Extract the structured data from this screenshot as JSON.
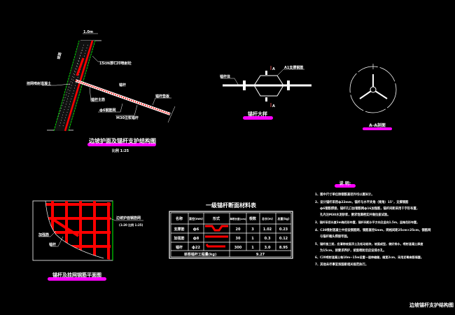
{
  "colors": {
    "background": "#000000",
    "line": "#ffffff",
    "rebar": "#ff0000",
    "slope": "#00ff00",
    "title_bar": "#ff00ff"
  },
  "section_view": {
    "title": "边坡护面及锚杆支护结构图",
    "scale": "比例 1:25",
    "labels": {
      "spray": "15cm厚C20喷射砼",
      "mesh": "挂网喷射混凝土",
      "anchor": "锚杆",
      "plate": "锚杆垫板",
      "bar": "锚杆主筋",
      "steel_mesh": "ф6钢筋网",
      "grout": "M30注浆锚杆",
      "dim_top": "1.0m",
      "slope": "坡面"
    }
  },
  "anchor_detail": {
    "title": "锚杆大样",
    "labels": {
      "rod": "锚杆体",
      "support": "A1支撑钢筋",
      "section_mark_top": "A",
      "section_mark_bottom": "A"
    }
  },
  "section_aa": {
    "title": "A-A剖面"
  },
  "plan_view": {
    "title": "锚杆及挂网钢筋平面图",
    "labels": {
      "mesh": "边坡护面钢筋网",
      "mesh_scale": "(1:20 比例 1:25)",
      "reinforce": "加强筋",
      "anchor": "锚杆"
    }
  },
  "material_table": {
    "title": "一级锚杆断面材料表",
    "headers": [
      "名称",
      "直径(mm)",
      "形式",
      "单根长度(cm)",
      "根数",
      "总长(m)",
      "总重(kg)"
    ],
    "rows": [
      {
        "name": "支撑筋",
        "diameter": "ф6",
        "length": "20",
        "count": "3",
        "total_len": "1.02",
        "weight": "0.23"
      },
      {
        "name": "加强筋",
        "diameter": "ф8",
        "length": "30",
        "count": "1",
        "total_len": "0.3",
        "weight": "0.12"
      },
      {
        "name": "锚杆",
        "diameter": "ф22",
        "length": "300",
        "count": "1",
        "total_len": "3.0",
        "weight": "8.95"
      }
    ],
    "footer_label": "单根锚杆工程量(kg)",
    "footer_value": "9.27"
  },
  "notes": {
    "title": "说 明:",
    "items": [
      "1、图中尺寸单位除钢筋直径外均以厘米计。",
      "2、设计锚杆采用ф22mm，锚杆与水平夹角（倾角）15°，支撑钢筋",
      "ф6钢筋焊接，锚杆孔口加钢筋网ф16加强筋，锚杆间距采用千字形布置，",
      "孔内注M30水泥砂浆，要求饱满密实并做拉拔试验。",
      "3、锚杆采用长度3m梅花形布置，锚杆间距水平方向及竖向1.5m，呈梅花形布置。",
      "4、C20喷射混凝土中挂设钢筋网，钢筋直径6mm，网格间距25cm×25cm，钢筋网",
      "与锚杆端头焊接牢固。",
      "5、锚杆施工前，应清除坡面浮土及松动岩块，坡面成型，做好排水，喷射混凝土厚度",
      "为15cm，按要求养护，坡面喷射后应设排水孔。",
      "6、C20喷射混凝土每10m~15m设置一道伸缩缝，缝宽2cm，采用沥青麻筋填塞。",
      "7、其他未尽事宜按国家相关规范执行。"
    ]
  },
  "sheet_title": "边坡锚杆支护结构图"
}
